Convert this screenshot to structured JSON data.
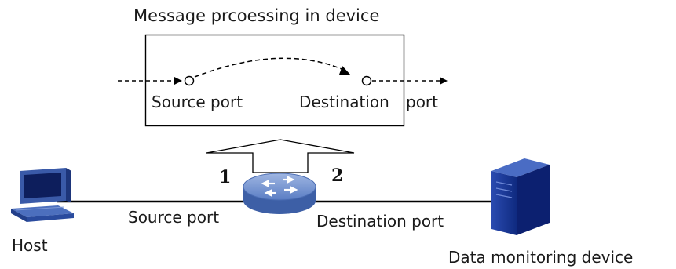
{
  "title": "Message prcoessing in device",
  "inside_box": {
    "source_port_label": "Source port",
    "destination_port_label": "Destination",
    "destination_port_suffix": "port"
  },
  "port_numbers": {
    "left": "1",
    "right": "2"
  },
  "network": {
    "host_label": "Host",
    "source_port_label": "Source port",
    "destination_port_label": "Destination port",
    "monitor_label": "Data monitoring device"
  },
  "icons": {
    "host": "desktop-computer-icon",
    "switch": "switch-icon",
    "monitor": "server-tower-icon"
  },
  "colors": {
    "line": "#000000",
    "switch_top": "#6e8fc9",
    "switch_side": "#3d5fa6",
    "server": "#1f3d9c",
    "host": "#2b4a9b"
  }
}
